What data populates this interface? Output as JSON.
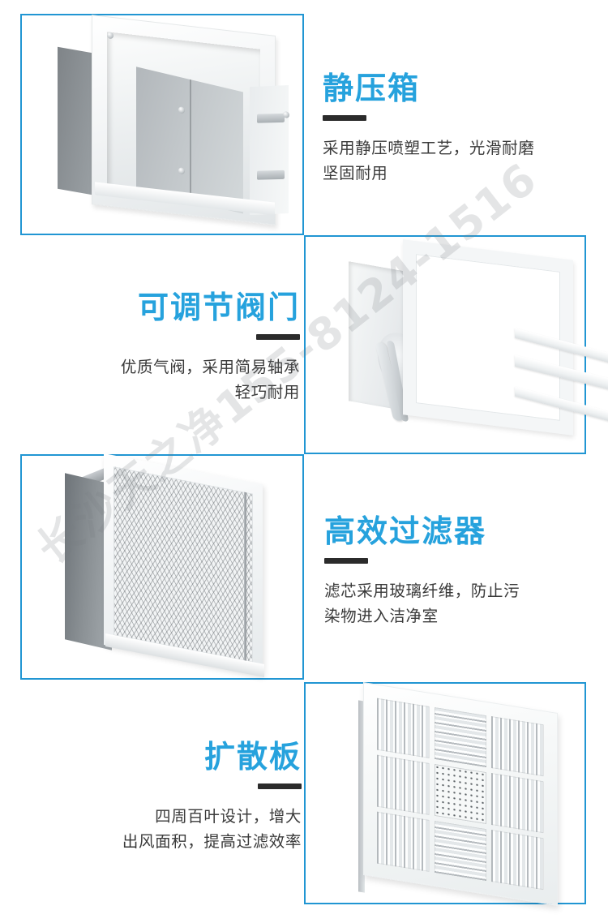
{
  "page": {
    "accent_color": "#26a2dd",
    "border_color": "#2196d3",
    "text_color": "#3a3a3a",
    "background": "#ffffff"
  },
  "watermark": {
    "text": "长沙天之净155-8124-1516"
  },
  "sections": [
    {
      "id": "plenum-box",
      "title": "静压箱",
      "description_lines": [
        "采用静压喷塑工艺，光滑耐磨",
        "坚固耐用"
      ],
      "text_align": "left",
      "image_name": "plenum-box-photo",
      "image_side": "left"
    },
    {
      "id": "adjustable-valve",
      "title": "可调节阀门",
      "description_lines": [
        "优质气阀，采用简易轴承",
        "轻巧耐用"
      ],
      "text_align": "right",
      "image_name": "adjustable-valve-photo",
      "image_side": "right"
    },
    {
      "id": "hepa-filter",
      "title": "高效过滤器",
      "description_lines": [
        "滤芯采用玻璃纤维，防止污",
        "染物进入洁净室"
      ],
      "text_align": "left",
      "image_name": "hepa-filter-photo",
      "image_side": "left"
    },
    {
      "id": "diffuser-plate",
      "title": "扩散板",
      "description_lines": [
        "四周百叶设计，增大",
        "出风面积，提高过滤效率"
      ],
      "text_align": "right",
      "image_name": "diffuser-plate-photo",
      "image_side": "right"
    }
  ]
}
